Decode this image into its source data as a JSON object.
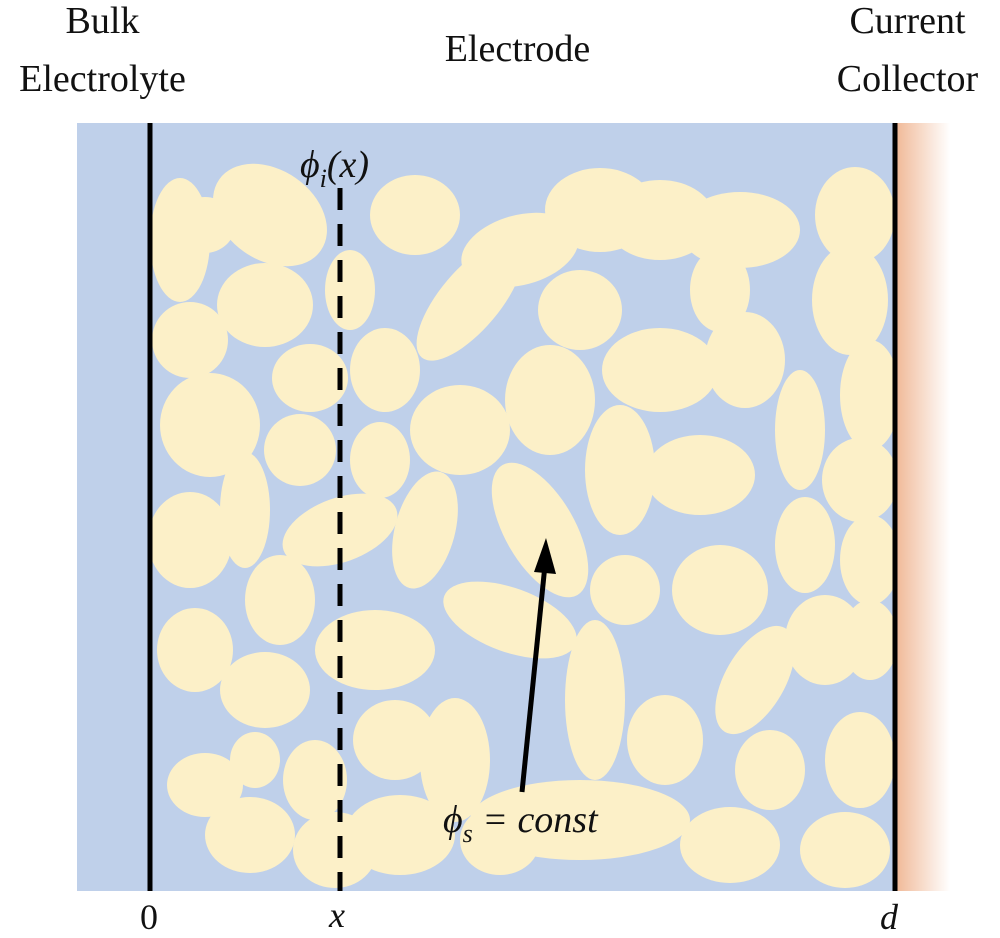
{
  "labels": {
    "bulk_electrolyte": [
      "Bulk",
      "Electrolyte"
    ],
    "electrode": "Electrode",
    "current_collector": [
      "Current",
      "Collector"
    ]
  },
  "axis": {
    "zero": "0",
    "x": "x",
    "d": "d"
  },
  "annotations": {
    "phi_i": {
      "symbol": "ϕ",
      "sub": "i",
      "rest": "(x)"
    },
    "phi_s": {
      "symbol": "ϕ",
      "sub": "s",
      "rest": " = const"
    }
  },
  "colors": {
    "electrolyte": "#bfd0ea",
    "particle": "#fcf0c8",
    "collector": "#f0b896",
    "line": "#000000"
  }
}
